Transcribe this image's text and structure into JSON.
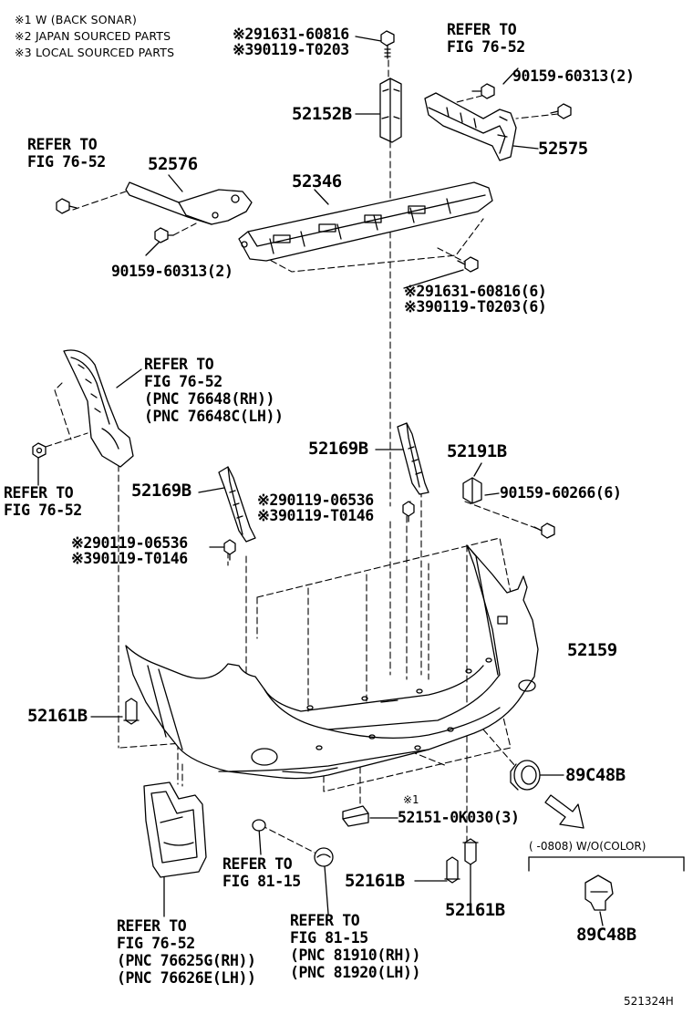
{
  "notes": {
    "n1": "※1 W (BACK SONAR)",
    "n2": "※2 JAPAN SOURCED PARTS",
    "n3": "※3 LOCAL SOURCED PARTS"
  },
  "labels": {
    "p91631_60816": "※291631-60816",
    "p90119_T0203": "※390119-T0203",
    "ref_76_52_a": "REFER TO",
    "ref_76_52_a2": "FIG 76-52",
    "p90159_60313_a": "90159-60313(2)",
    "p52152B": "52152B",
    "p52575": "52575",
    "ref_76_52_b": "REFER TO",
    "ref_76_52_b2": "FIG 76-52",
    "p52576": "52576",
    "p52346": "52346",
    "p90159_60313_b": "90159-60313(2)",
    "p91631_60816_6": "※291631-60816(6)",
    "p90119_T0203_6": "※390119-T0203(6)",
    "ref_76_52_c": "REFER TO",
    "ref_76_52_c2": "FIG 76-52",
    "ref_76_52_c3": "(PNC 76648(RH))",
    "ref_76_52_c4": "(PNC 76648C(LH))",
    "ref_76_52_d": "REFER TO",
    "ref_76_52_d2": "FIG 76-52",
    "p52169B_a": "52169B",
    "p52191B": "52191B",
    "p90159_60266": "90159-60266(6)",
    "p52169B_b": "52169B",
    "p90119_06536_a": "※290119-06536",
    "p90119_T0146_a": "※390119-T0146",
    "p90119_06536_b": "※290119-06536",
    "p90119_T0146_b": "※390119-T0146",
    "p52159": "52159",
    "p52161B_a": "52161B",
    "p89C48B_a": "89C48B",
    "note1_mark": "※1",
    "p52151": "52151-0K030(3)",
    "range_note": "(      -0808) W/O(COLOR)",
    "ref_81_15_a": "REFER TO",
    "ref_81_15_a2": "FIG 81-15",
    "p52161B_b": "52161B",
    "p52161B_c": "52161B",
    "p89C48B_b": "89C48B",
    "ref_76_52_e": "REFER TO",
    "ref_76_52_e2": "FIG 76-52",
    "ref_76_52_e3": "(PNC 76625G(RH))",
    "ref_76_52_e4": "(PNC 76626E(LH))",
    "ref_81_15_b": "REFER TO",
    "ref_81_15_b2": "FIG 81-15",
    "ref_81_15_b3": "(PNC 81910(RH))",
    "ref_81_15_b4": "(PNC 81920(LH))",
    "figure_id": "521324H"
  }
}
